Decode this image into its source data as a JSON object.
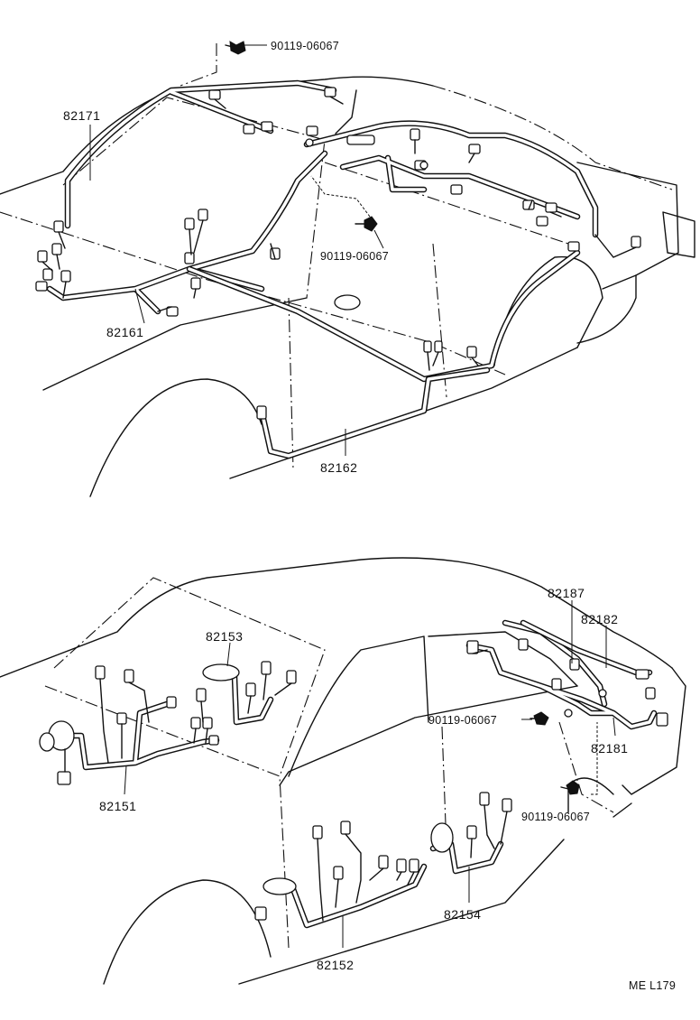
{
  "labels": {
    "p82171": "82171",
    "p82161": "82161",
    "p82162": "82162",
    "p82153": "82153",
    "p82151": "82151",
    "p82152": "82152",
    "p82154": "82154",
    "p82187": "82187",
    "p82182": "82182",
    "p82181": "82181",
    "bolt_top": "90119-06067",
    "bolt_mid_upper": "90119-06067",
    "bolt_mid_lower": "90119-06067",
    "bolt_bottom": "90119-06067"
  },
  "diagram_code": "ME L179"
}
